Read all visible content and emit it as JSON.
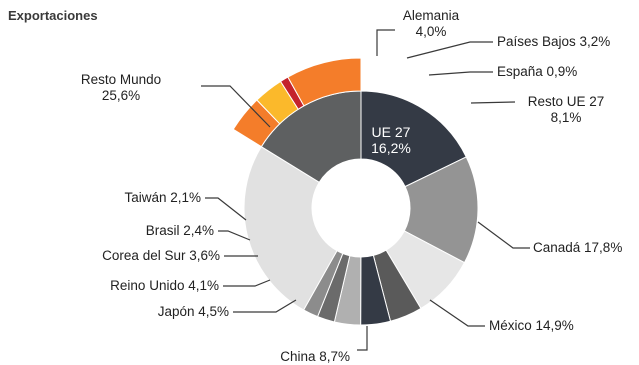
{
  "chart_data": {
    "type": "pie",
    "title": "Exportaciones",
    "center_label": {
      "name": "UE 27",
      "value": "16,2%"
    },
    "slices": [
      {
        "label": "Canadá",
        "value": 17.8,
        "display": "Canadá 17,8%",
        "color": "#343a45"
      },
      {
        "label": "México",
        "value": 14.9,
        "display": "México 14,9%",
        "color": "#949494"
      },
      {
        "label": "China",
        "value": 8.7,
        "display": "China 8,7%",
        "color": "#e6e6e6"
      },
      {
        "label": "Japón",
        "value": 4.5,
        "display": "Japón 4,5%",
        "color": "#5a5a5a"
      },
      {
        "label": "Reino Unido",
        "value": 4.1,
        "display": "Reino Unido 4,1%",
        "color": "#343a45"
      },
      {
        "label": "Corea del Sur",
        "value": 3.6,
        "display": "Corea del Sur 3,6%",
        "color": "#b0b0b0"
      },
      {
        "label": "Brasil",
        "value": 2.4,
        "display": "Brasil 2,4%",
        "color": "#6b6b6b"
      },
      {
        "label": "Taiwán",
        "value": 2.1,
        "display": "Taiwán 2,1%",
        "color": "#8c8c8c"
      },
      {
        "label": "Resto Mundo",
        "value": 25.6,
        "display": [
          "Resto Mundo",
          "25,6%"
        ],
        "color": "#e1e1e1"
      },
      {
        "label": "UE 27",
        "value": 16.2,
        "display": "",
        "color": "#5e6061"
      }
    ],
    "eu_breakdown": [
      {
        "label": "Alemania",
        "value": 4.0,
        "display": [
          "Alemania",
          "4,0%"
        ],
        "color": "#f47d2a"
      },
      {
        "label": "Países Bajos",
        "value": 3.2,
        "display": "Países Bajos 3,2%",
        "color": "#fbb92b"
      },
      {
        "label": "España",
        "value": 0.9,
        "display": "España 0,9%",
        "color": "#c4232b"
      },
      {
        "label": "Resto UE 27",
        "value": 8.1,
        "display": [
          "Resto UE 27",
          "8,1%"
        ],
        "color": "#f47d2a"
      }
    ]
  }
}
